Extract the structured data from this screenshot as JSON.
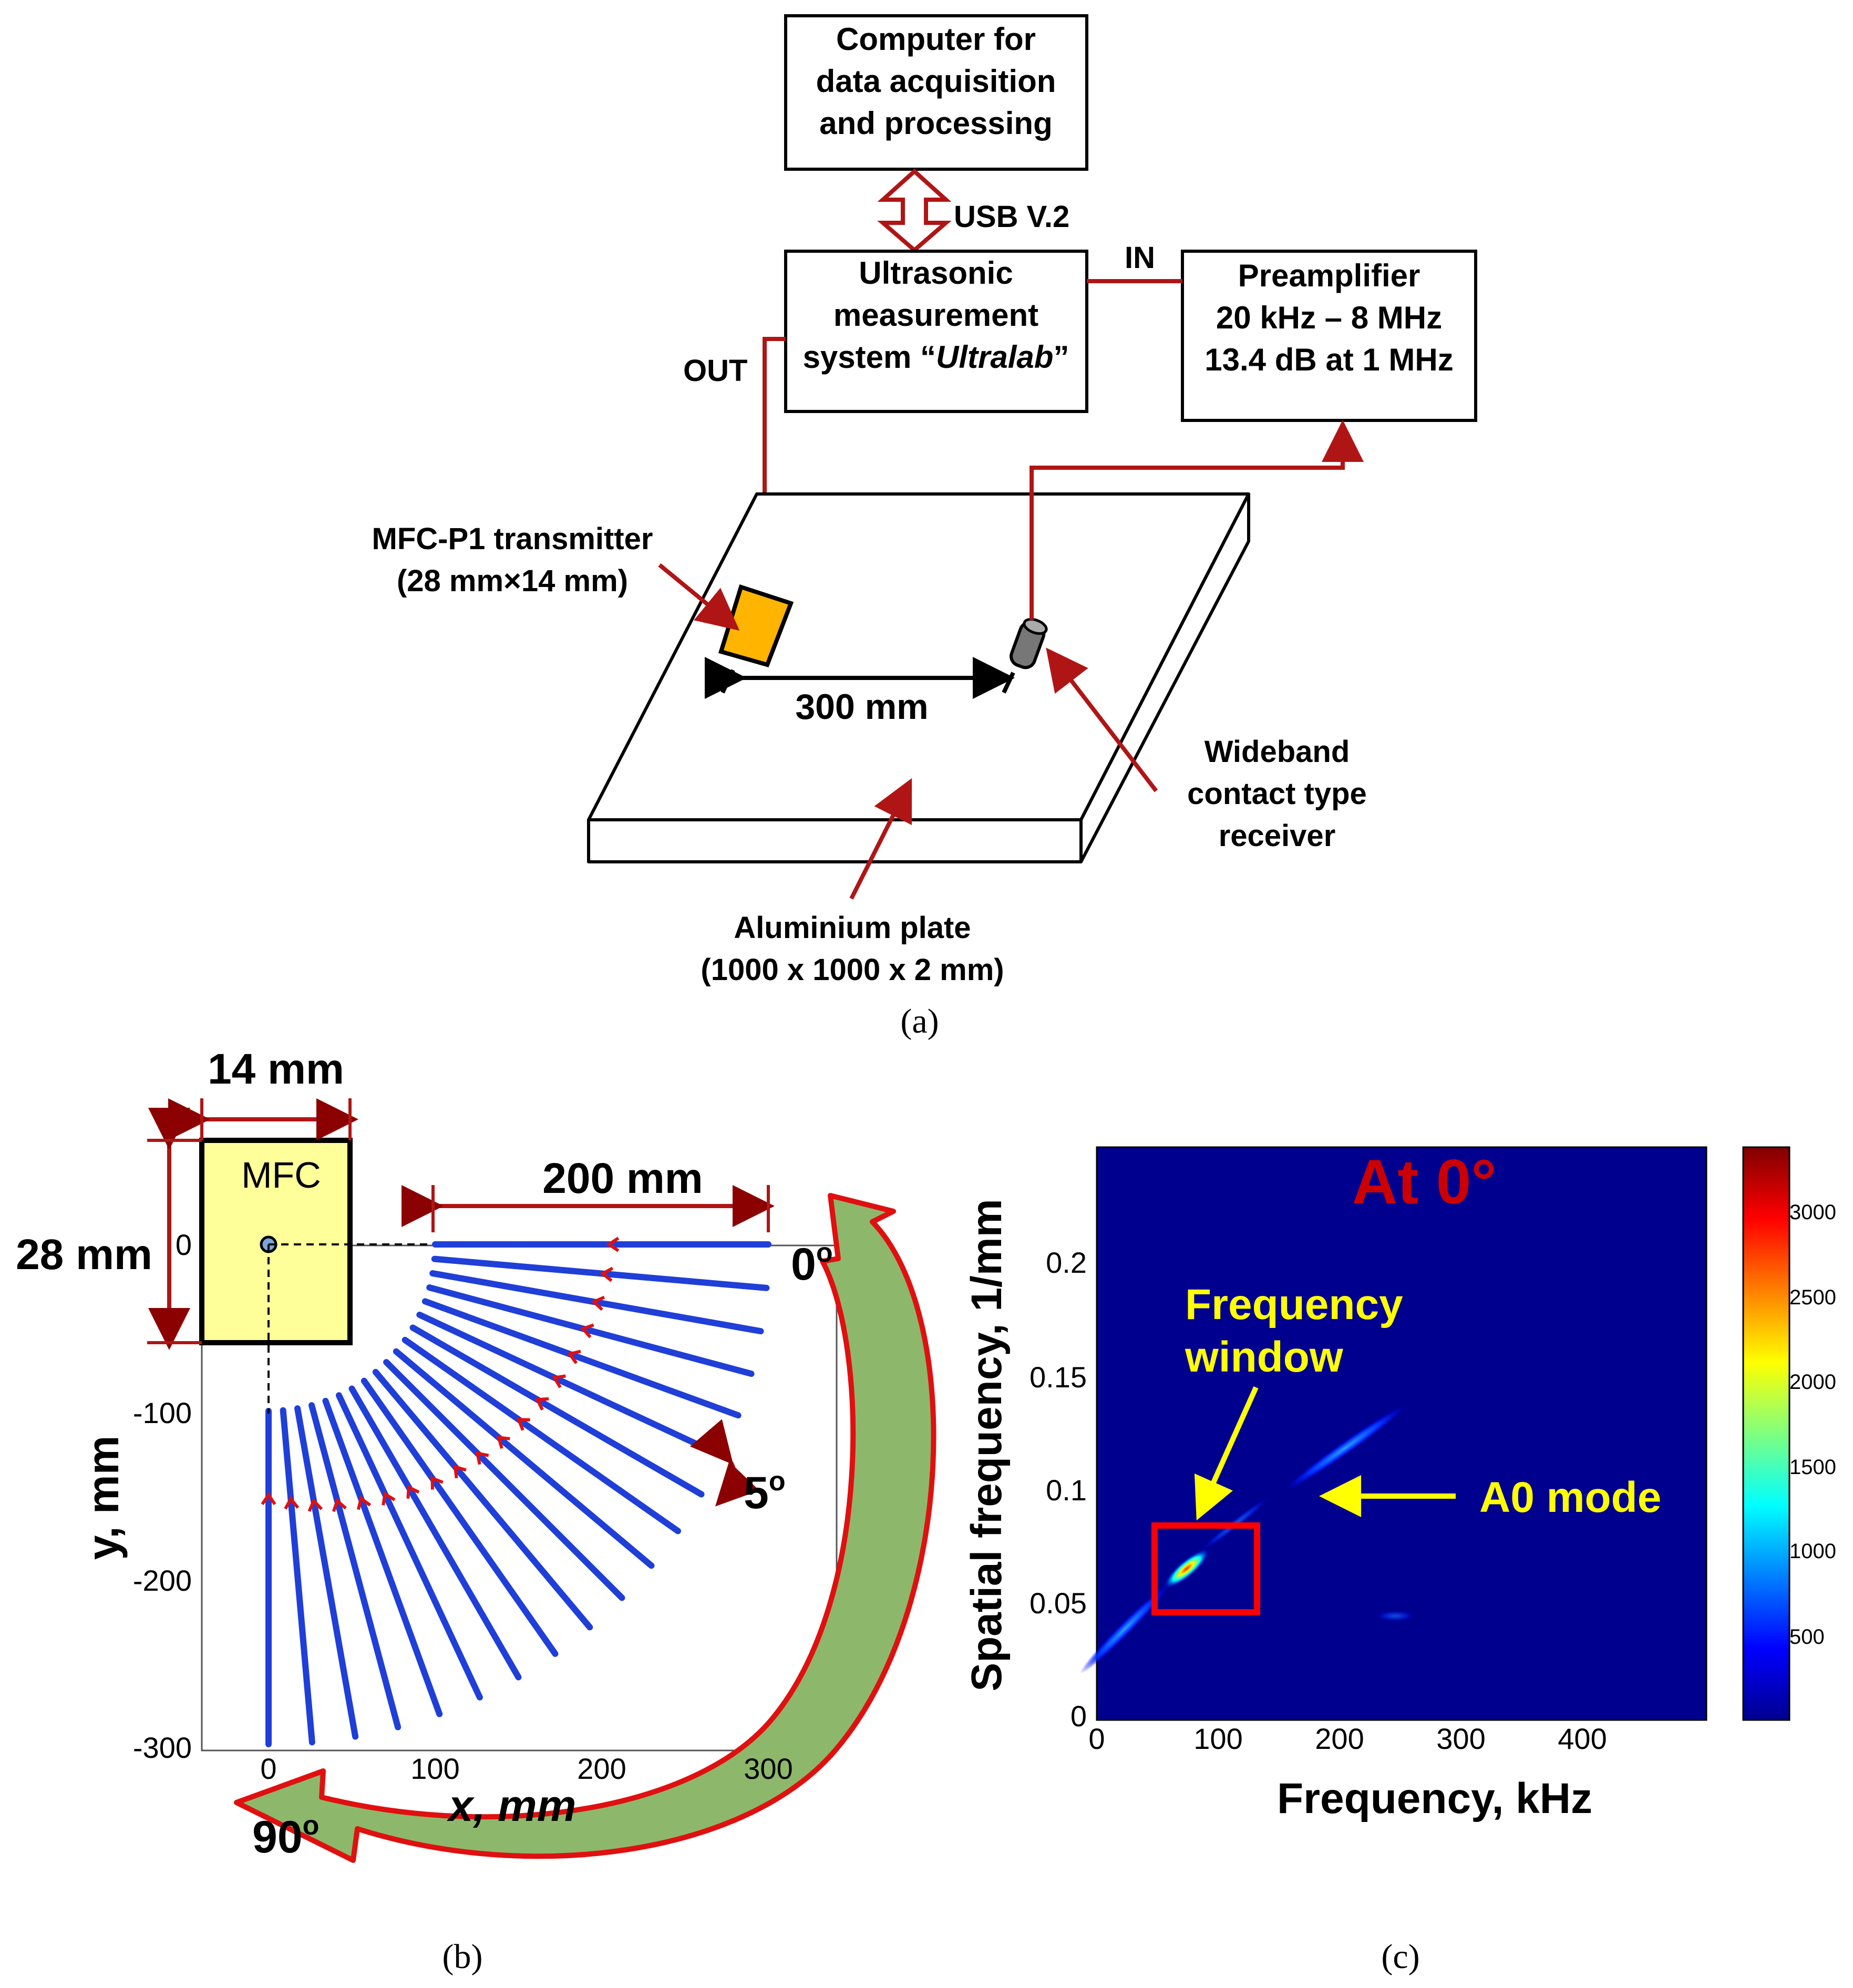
{
  "panel_a": {
    "computer_box": {
      "line1": "Computer for",
      "line2": "data acquisition",
      "line3": "and processing"
    },
    "usb_label": "USB V.2",
    "ultrasonic_box": {
      "line1": "Ultrasonic",
      "line2": "measurement",
      "line3_prefix": "system “",
      "line3_italic": "Ultralab",
      "line3_suffix": "”"
    },
    "preamp_box": {
      "line1": "Preamplifier",
      "line2": "20 kHz – 8 MHz",
      "line3": "13.4 dB at 1 MHz"
    },
    "in_label": "IN",
    "out_label": "OUT",
    "transmitter_label": {
      "line1": "MFC-P1 transmitter",
      "line2": "(28 mm×14 mm)"
    },
    "distance_label": "300 mm",
    "receiver_label": {
      "line1": "Wideband",
      "line2": "contact type",
      "line3": "receiver"
    },
    "plate_label": {
      "line1": "Aluminium plate",
      "line2": "(1000 x 1000 x 2 mm)"
    },
    "caption": "(a)",
    "colors": {
      "connection": "#b01515",
      "transmitter_fill": "#ffb400",
      "receiver_fill": "#777777"
    }
  },
  "panel_b": {
    "width_label": "14 mm",
    "height_label": "28 mm",
    "mfc_label": "MFC",
    "scan_length_label": "200 mm",
    "angle_start_label": "0",
    "angle_end_label": "90",
    "step_label": "5",
    "degree_sign": "o",
    "xlabel": "x, mm",
    "ylabel": "y, mm",
    "x_ticks": [
      "0",
      "100",
      "200",
      "300"
    ],
    "y_ticks": [
      "0",
      "-100",
      "-200",
      "-300"
    ],
    "caption": "(b)",
    "colors": {
      "lines": "#1f3fd8",
      "mfc_fill": "#ffff99",
      "arrow_fill": "#8db86b",
      "arrow_outline": "#e01010"
    }
  },
  "panel_c": {
    "title": "At 0°",
    "xlabel": "Frequency, kHz",
    "ylabel": "Spatial frequency, 1/mm",
    "x_ticks": [
      "0",
      "100",
      "200",
      "300",
      "400"
    ],
    "y_ticks": [
      "0",
      "0.05",
      "0.1",
      "0.15",
      "0.2"
    ],
    "colorbar_ticks": [
      "500",
      "1000",
      "1500",
      "2000",
      "2500",
      "3000"
    ],
    "window_label": {
      "line1": "Frequency",
      "line2": "window"
    },
    "mode_label": "A0 mode",
    "caption": "(c)",
    "colors": {
      "background": "#00008f",
      "annotation": "#ffff00",
      "window_box": "#ff0000",
      "title": "#cc0000"
    }
  }
}
